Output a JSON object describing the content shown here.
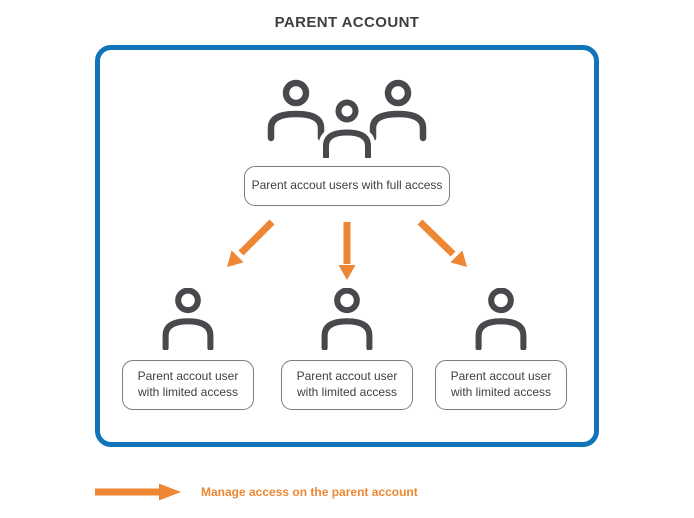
{
  "page": {
    "title": "PARENT ACCOUNT"
  },
  "colors": {
    "frame_border_blue": "#1274B8",
    "arrow_orange": "#ED8733",
    "icon_gray": "#48484D",
    "text_dark": "#3F3F44",
    "node_border_gray": "#7C7C81"
  },
  "diagram": {
    "root": {
      "icon": "users-group-icon",
      "label": "Parent accout users with full access"
    },
    "connectors": [
      "arrow-down-left",
      "arrow-down",
      "arrow-down-right"
    ],
    "children": [
      {
        "icon": "user-icon",
        "label": "Parent accout user with limited access"
      },
      {
        "icon": "user-icon",
        "label": "Parent accout user with limited access"
      },
      {
        "icon": "user-icon",
        "label": "Parent accout user with limited access"
      }
    ]
  },
  "legend": {
    "icon": "right-arrow-icon",
    "label": "Manage access on the parent account"
  }
}
